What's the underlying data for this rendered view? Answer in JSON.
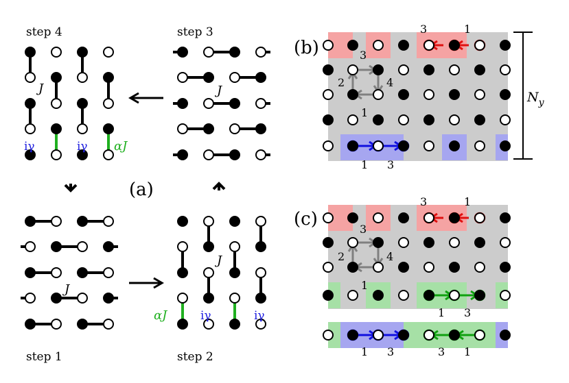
{
  "panel_a": {
    "label": "(a)",
    "step1": "step 1",
    "step2": "step 2",
    "step3": "step 3",
    "step4": "step 4",
    "coupling_J": "J",
    "coupling_alphaJ": "αJ",
    "coupling_igamma": "iγ"
  },
  "panel_b": {
    "label": "(b)",
    "size_label_base": "N",
    "size_label_sub": "y",
    "site_numbers": {
      "one": "1",
      "two": "2",
      "three": "3",
      "four": "4"
    }
  },
  "panel_c": {
    "label": "(c)",
    "site_numbers": {
      "one": "1",
      "two": "2",
      "three": "3",
      "four": "4"
    }
  },
  "colors": {
    "red_region": "#f5a3a3",
    "blue_region": "#a6a6f0",
    "green_region": "#a6e0a6",
    "gray_region": "#cccccc",
    "red_arrow": "#e01010",
    "blue_arrow": "#1010e0",
    "green_arrow": "#10a010",
    "gray_arrow": "#808080",
    "alpha_bond": "#20b020",
    "igamma_text": "#2020e0"
  }
}
